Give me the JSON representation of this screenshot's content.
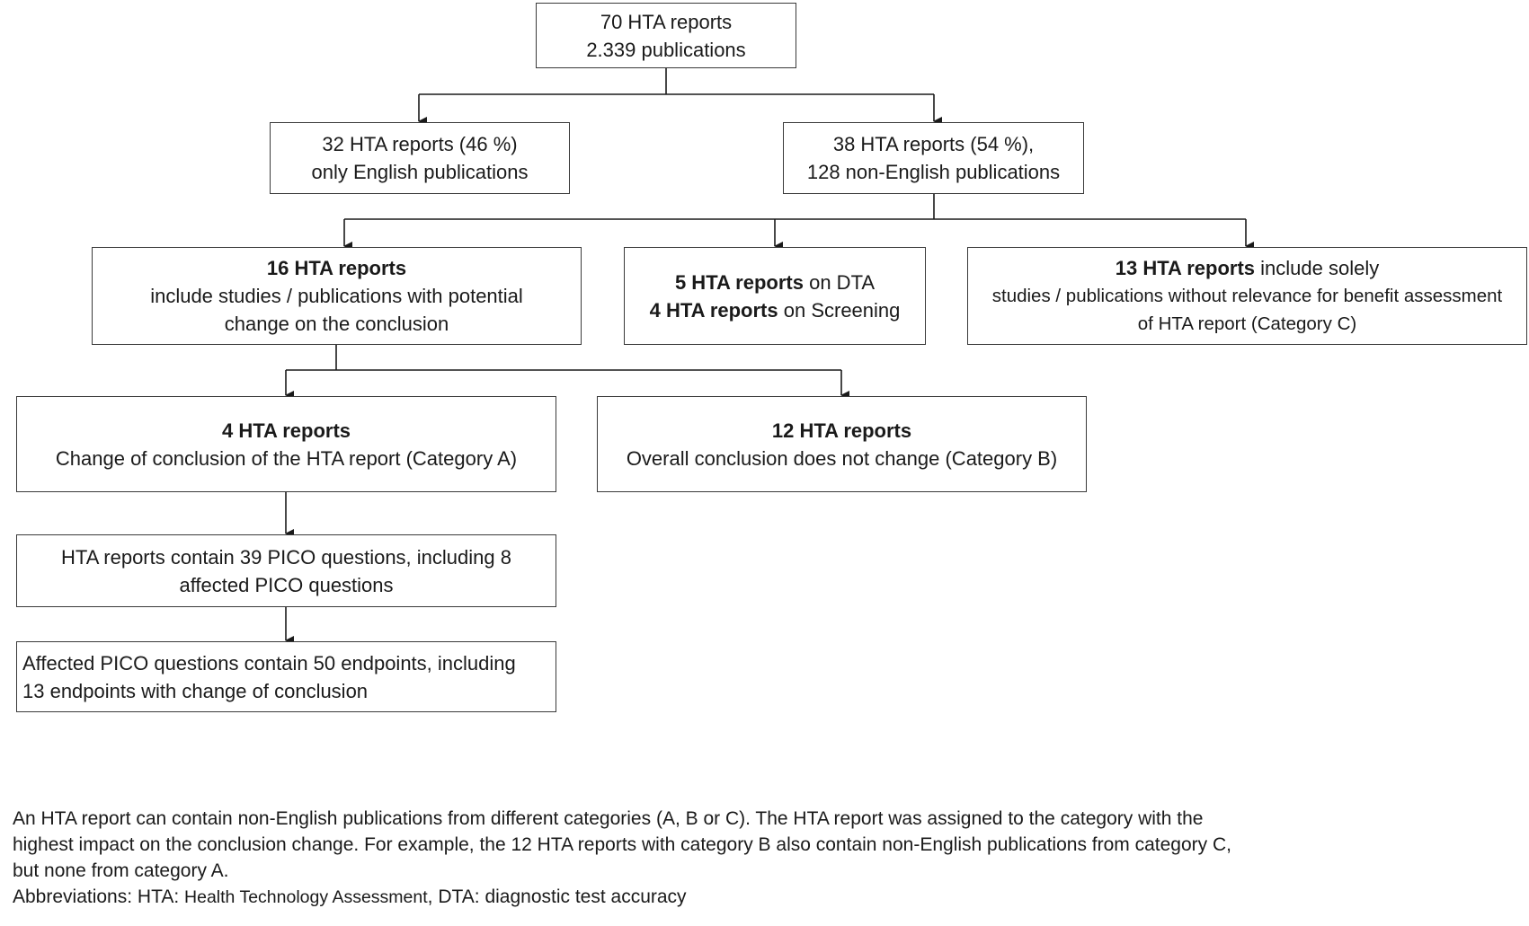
{
  "nodes": {
    "root": {
      "line1": "70 HTA reports",
      "line2": "2.339 publications"
    },
    "english": {
      "line1": "32 HTA reports (46 %)",
      "line2": "only English publications"
    },
    "non_english": {
      "line1": "38 HTA reports (54 %),",
      "line2": "128 non-English publications"
    },
    "potential": {
      "bold": "16 HTA reports",
      "line2": "include studies / publications with potential",
      "line3": "change on the conclusion"
    },
    "dta": {
      "bold1": "5 HTA reports",
      "rest1": " on DTA",
      "bold2": "4 HTA reports",
      "rest2": " on Screening"
    },
    "category_c": {
      "bold": "13 HTA reports",
      "rest1": " include solely",
      "line2": "studies / publications without relevance for benefit assessment",
      "line3": "of HTA report (Category C)"
    },
    "category_a": {
      "bold": "4 HTA reports",
      "line2": "Change of conclusion of the HTA report (Category A)"
    },
    "category_b": {
      "bold": "12 HTA reports",
      "line2": "Overall conclusion does not change (Category B)"
    },
    "pico": {
      "line1": "HTA reports contain 39 PICO questions, including 8",
      "line2": "affected PICO questions"
    },
    "endpoints": {
      "line1": "Affected PICO questions contain 50 endpoints, including",
      "line2": "13 endpoints with change of conclusion"
    }
  },
  "footnote": {
    "line1": "An HTA report can contain non-English publications from different categories (A, B or C). The HTA report was assigned to the category with the",
    "line2": "highest impact on the conclusion change. For example, the 12 HTA reports with category B also contain non-English publications from category C,",
    "line3": "but none from category A.",
    "abbr_label": "Abbreviations: HTA: ",
    "abbr_hta": "Health Technology Assessment",
    "abbr_dta": ", DTA: diagnostic test accuracy"
  }
}
